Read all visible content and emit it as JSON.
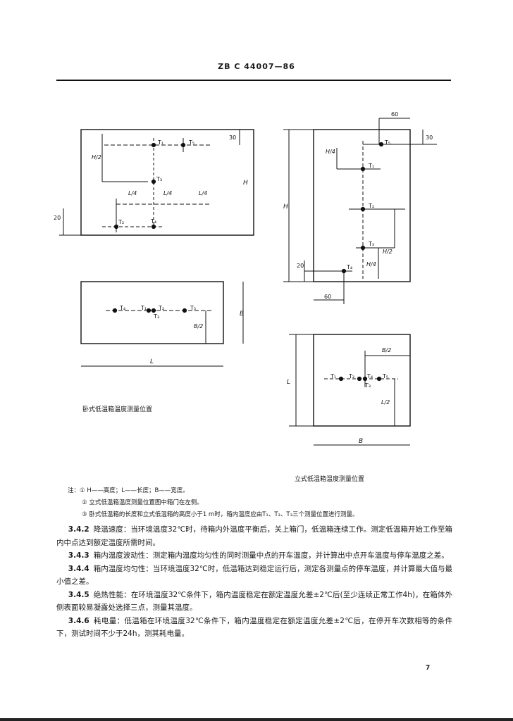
{
  "header": {
    "standard_no": "ZB C 44007—86"
  },
  "figure": {
    "labels": {
      "t1": "T₁",
      "t2": "T₂",
      "t3": "T₃",
      "t4": "T₄",
      "t5": "T₅",
      "h": "H",
      "h_frac": "H/2",
      "h_frac4": "H/4",
      "l": "L",
      "l_frac": "L/4",
      "l_frac2": "L/2",
      "b": "B",
      "b_frac": "B/2",
      "dim30": "30",
      "dim20": "20",
      "dim60": "60"
    },
    "caption_horizontal": "卧式低温箱温度测量位置",
    "caption_vertical": "立式低温箱温度测量位置"
  },
  "notes": {
    "prefix": "注：",
    "n1": "① H——高度；L——长度；B——宽度。",
    "n2": "② 立式低温箱温度测量位置图中箱门在左侧。",
    "n3": "③ 卧式低温箱的长度和立式低温箱的高度小于1 m时，箱内温度应由T₁、T₂、T₃三个测量位置进行测量。"
  },
  "sections": [
    {
      "num": "3.4.2",
      "text": "降温速度：当环境温度32℃时，待箱内外温度平衡后，关上箱门，低温箱连续工作。测定低温箱开始工作至箱内中点达到额定温度所需时间。"
    },
    {
      "num": "3.4.3",
      "text": "箱内温度波动性：测定箱内温度均匀性的同时测量中点的开车温度，并计算出中点开车温度与停车温度之差。"
    },
    {
      "num": "3.4.4",
      "text": "箱内温度均匀性：当环境温度32℃时，低温箱达到稳定运行后，测定各测量点的停车温度，并计算最大值与最小值之差。"
    },
    {
      "num": "3.4.5",
      "text": "绝热性能：在环境温度32℃条件下，箱内温度稳定在额定温度允差±2℃后(至少连续正常工作4h)，在箱体外侧表面较易凝露处选择三点，测量其温度。"
    },
    {
      "num": "3.4.6",
      "text": "耗电量：低温箱在环境温度32℃条件下，箱内温度稳定在额定温度允差±2℃后，在停开车次数相等的条件下，测试时间不少于24h，测其耗电量。"
    }
  ],
  "page_number": "7"
}
